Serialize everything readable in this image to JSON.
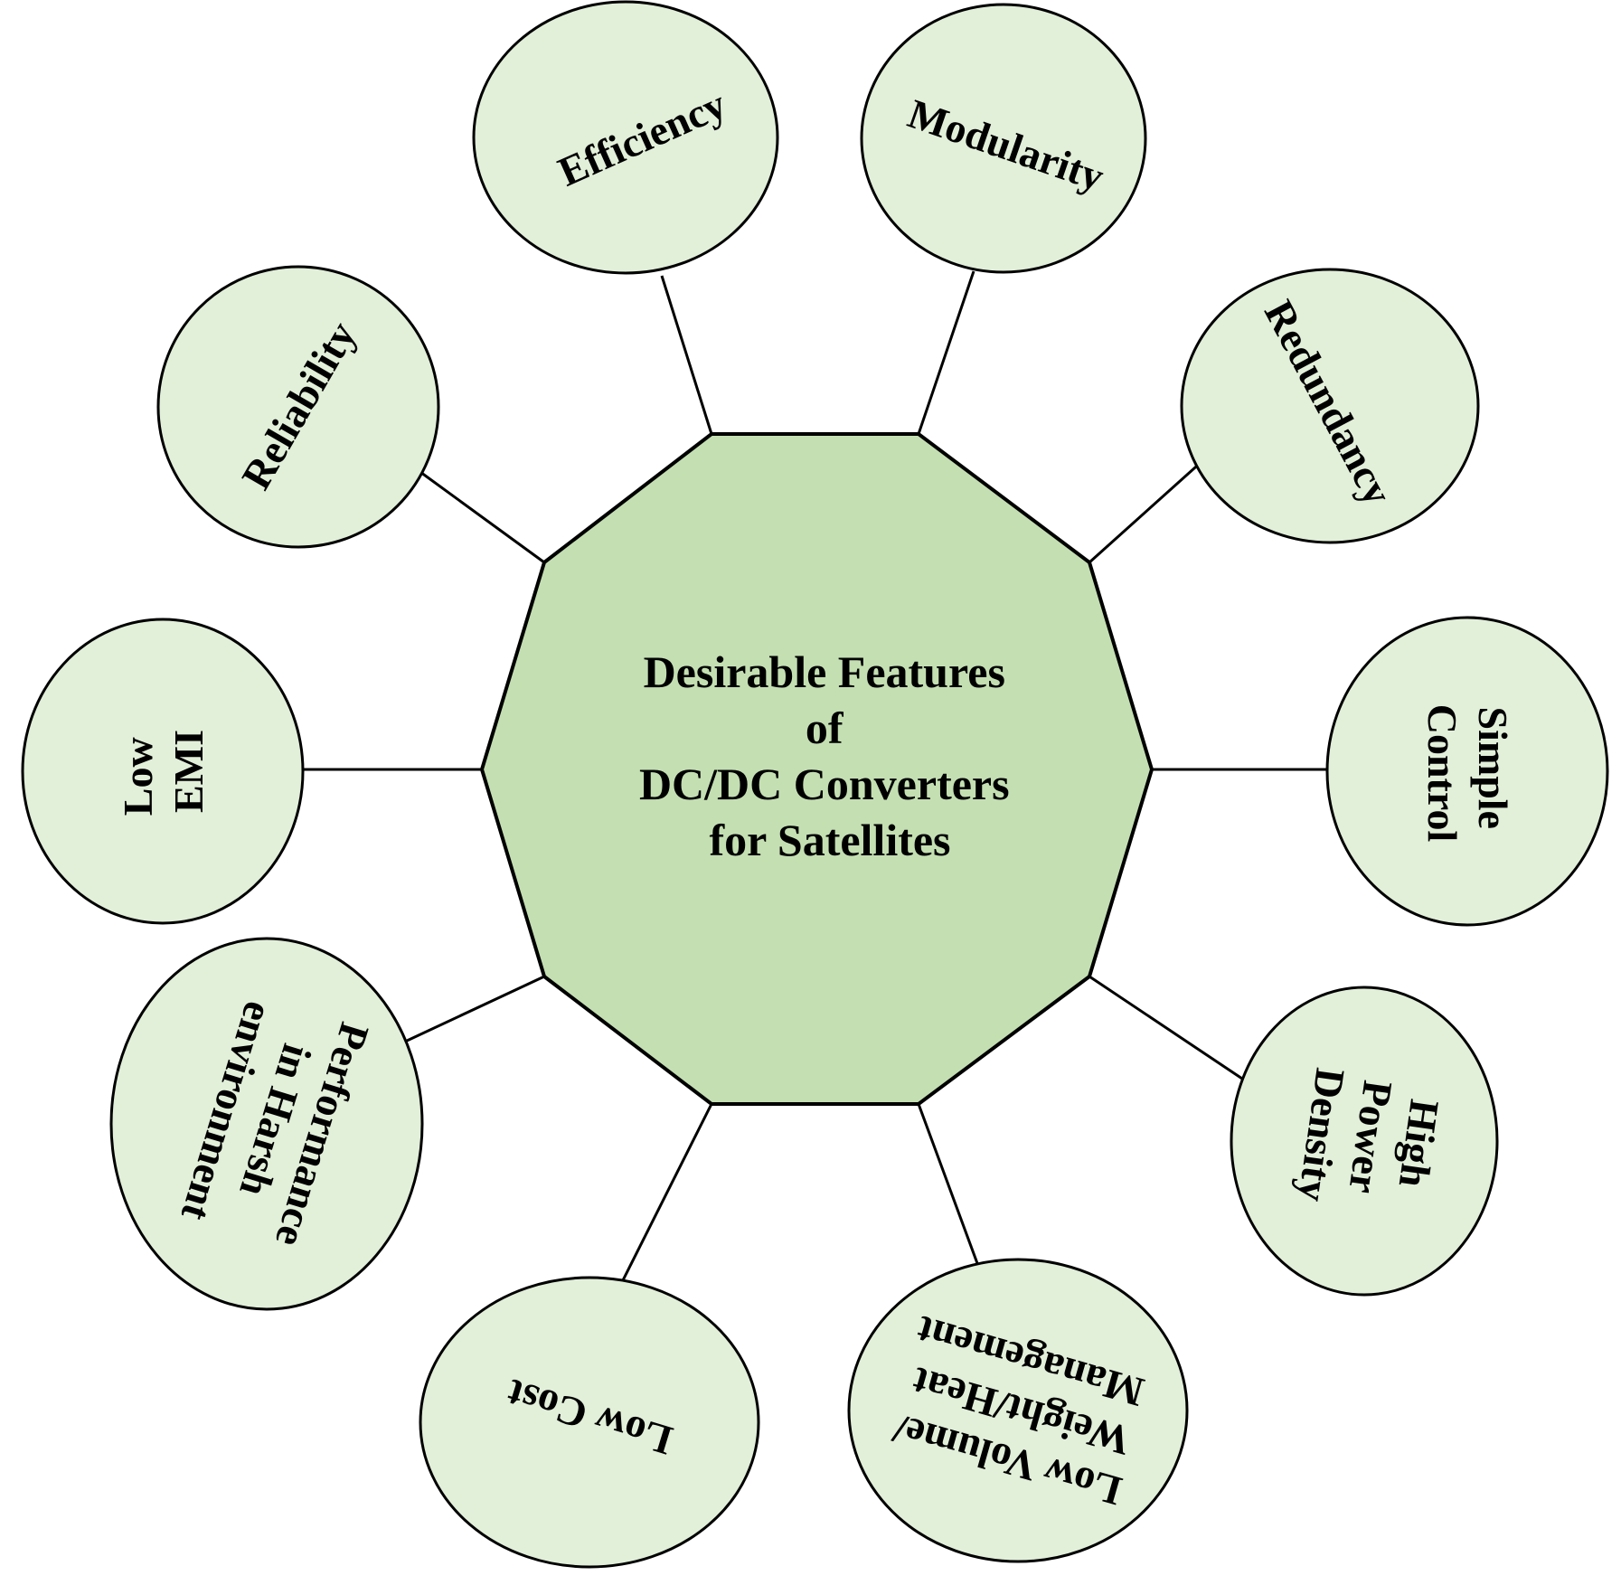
{
  "center": {
    "lines": [
      "Desirable Features",
      "of",
      "DC/DC Converters",
      "for Satellites"
    ]
  },
  "features": [
    {
      "id": "efficiency",
      "lines": [
        "Efficiency"
      ]
    },
    {
      "id": "modularity",
      "lines": [
        "Modularity"
      ]
    },
    {
      "id": "redundancy",
      "lines": [
        "Redundancy"
      ]
    },
    {
      "id": "simple-control",
      "lines": [
        "Simple",
        "Control"
      ]
    },
    {
      "id": "high-power-density",
      "lines": [
        "High",
        "Power",
        "Density"
      ]
    },
    {
      "id": "low-volume",
      "lines": [
        "Low Volume/",
        "Weight/Heat",
        "Management"
      ]
    },
    {
      "id": "low-cost",
      "lines": [
        "Low Cost"
      ]
    },
    {
      "id": "harsh-environment",
      "lines": [
        "Performance",
        "in Harsh",
        "environment"
      ]
    },
    {
      "id": "low-emi",
      "lines": [
        "Low",
        "EMI"
      ]
    },
    {
      "id": "reliability",
      "lines": [
        "Reliability"
      ]
    }
  ],
  "colors": {
    "center_fill": "#c4dfb2",
    "ellipse_fill": "#e2efd9",
    "stroke": "#000000"
  }
}
